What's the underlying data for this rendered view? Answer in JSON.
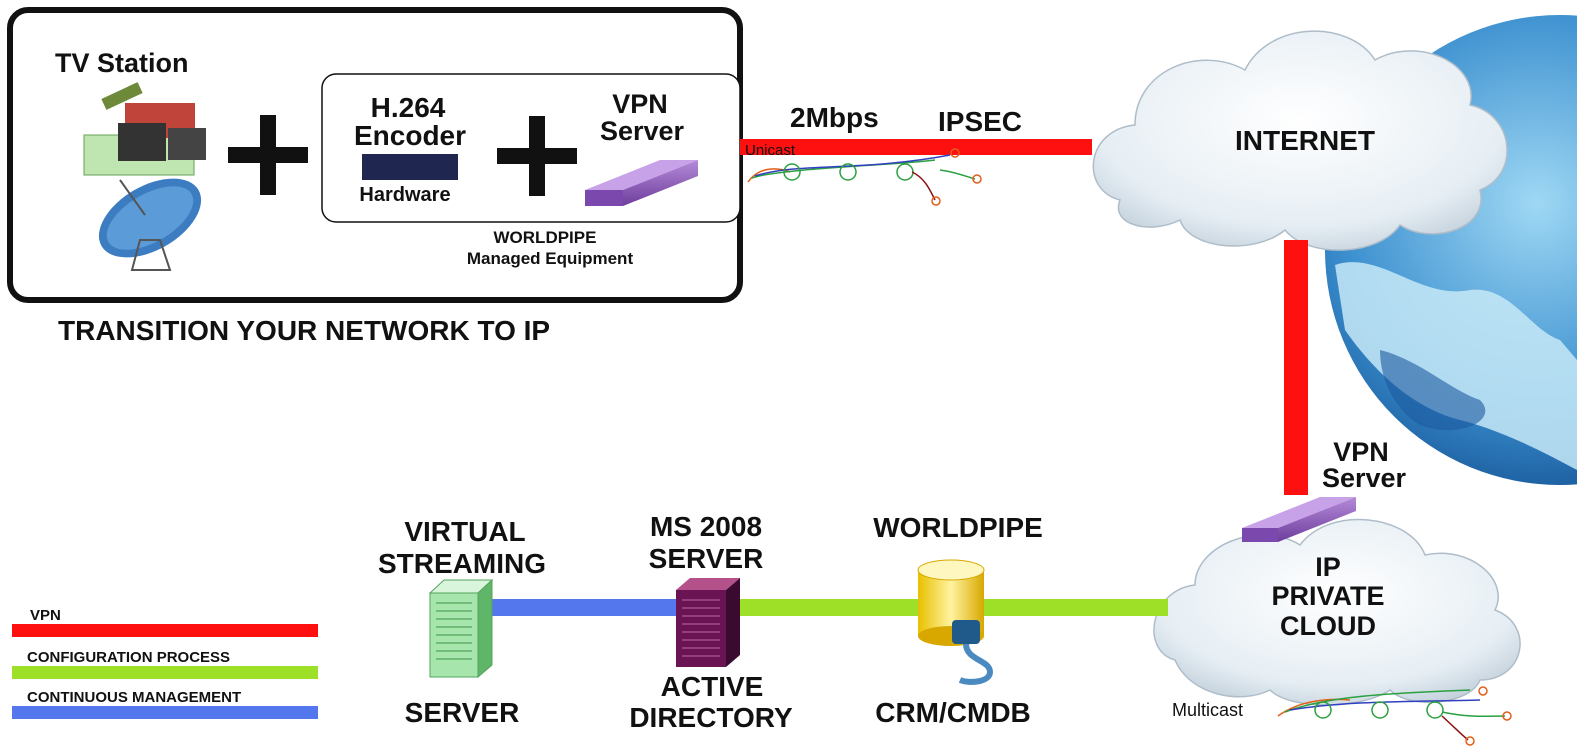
{
  "station": {
    "title": "TV Station",
    "encoder": {
      "line1": "H.264",
      "line2": "Encoder",
      "sub": "Hardware"
    },
    "vpn_server": {
      "line1": "VPN",
      "line2": "Server"
    },
    "managed": {
      "line1": "WORLDPIPE",
      "line2": "Managed Equipment"
    },
    "footer": "TRANSITION YOUR NETWORK TO IP"
  },
  "link": {
    "bandwidth": "2Mbps",
    "protocol": "IPSEC",
    "unicast": "Unicast"
  },
  "internet": {
    "label": "INTERNET"
  },
  "vpn_server_remote": {
    "line1": "VPN",
    "line2": "Server"
  },
  "private_cloud": {
    "line1": "IP",
    "line2": "PRIVATE",
    "line3": "CLOUD",
    "multicast": "Multicast"
  },
  "nodes": {
    "virtual_streaming": {
      "line1": "VIRTUAL",
      "line2": "STREAMING",
      "bottom": "SERVER"
    },
    "ms2008": {
      "line1": "MS 2008",
      "line2": "SERVER",
      "bottom1": "ACTIVE",
      "bottom2": "DIRECTORY"
    },
    "worldpipe": {
      "top": "WORLDPIPE",
      "bottom": "CRM/CMDB"
    }
  },
  "legend": [
    {
      "label": "VPN",
      "color": "#ff1010"
    },
    {
      "label": "CONFIGURATION PROCESS",
      "color": "#9ee028"
    },
    {
      "label": "CONTINUOUS MANAGEMENT",
      "color": "#5577ee"
    }
  ],
  "colors": {
    "vpn": "#ff1010",
    "config": "#9ee028",
    "management": "#5577ee"
  }
}
